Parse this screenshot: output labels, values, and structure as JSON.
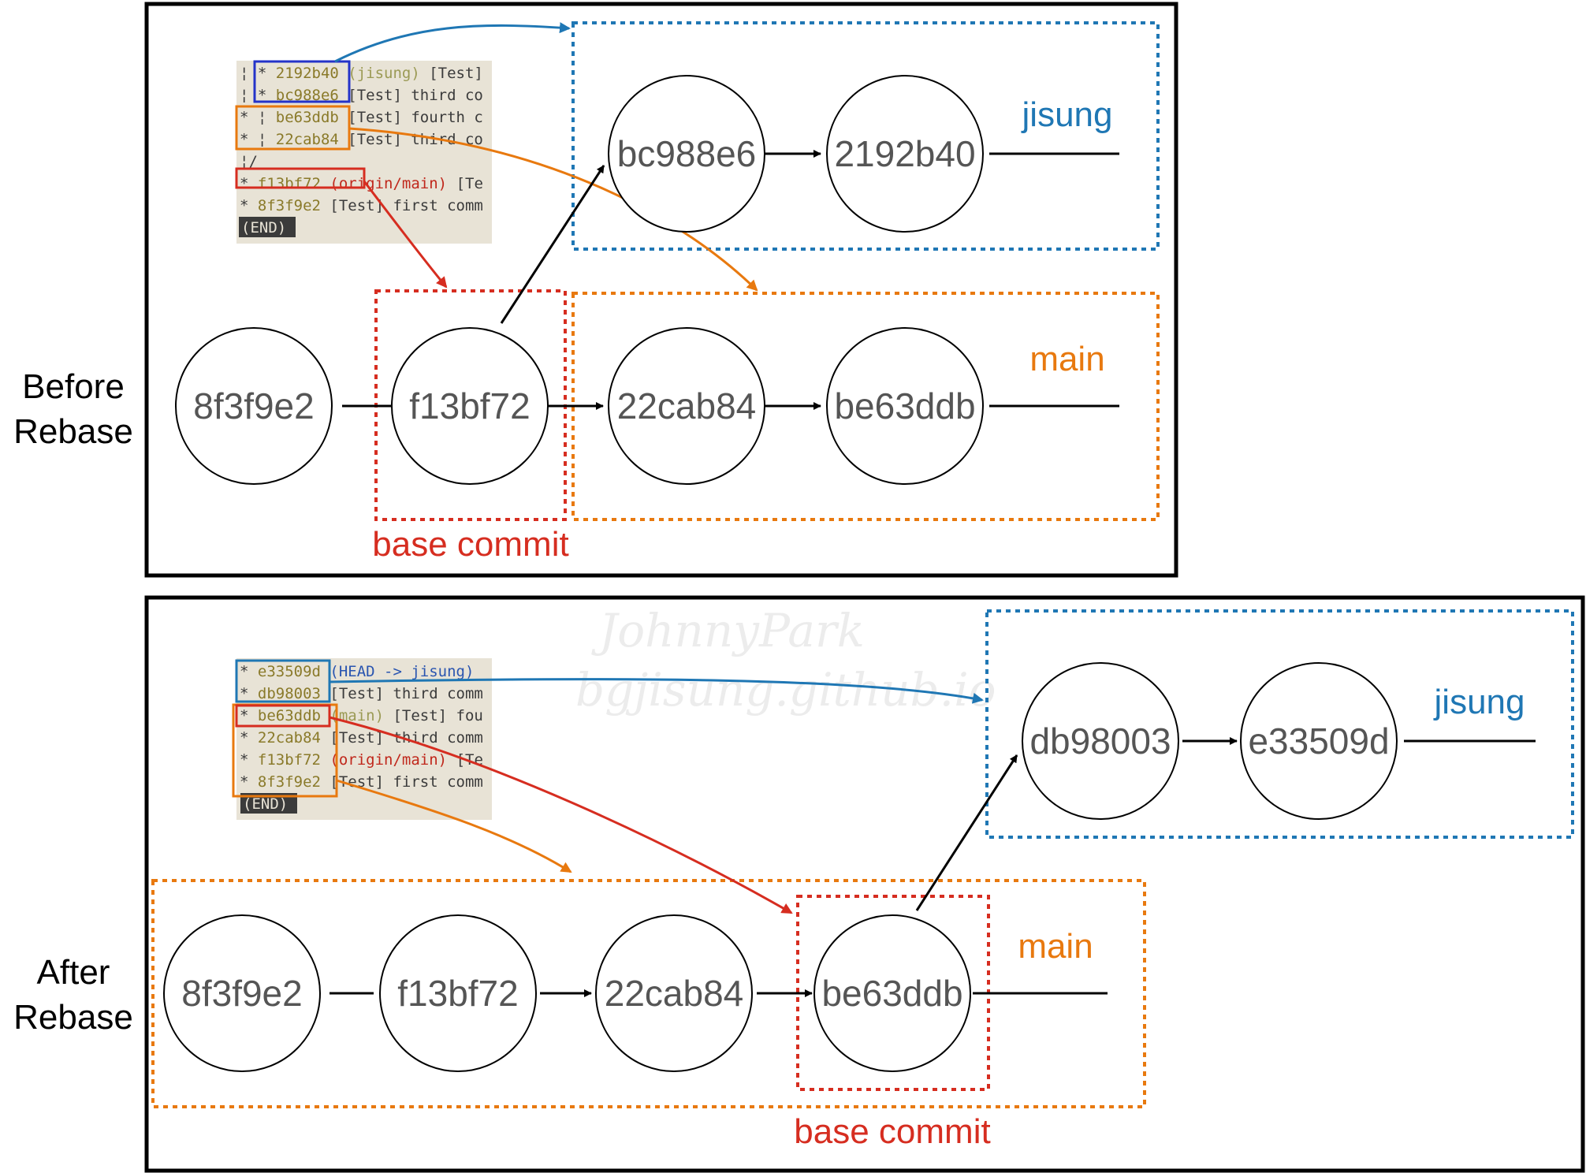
{
  "colors": {
    "jisung": "#1f77b4",
    "main": "#e8790f",
    "base": "#d62d20",
    "node_text": "#555555",
    "terminal_bg": "#e8e3d6",
    "terminal_hash": "#8a7a2a",
    "terminal_text": "#3b3b3b"
  },
  "before": {
    "section_label_line1": "Before",
    "section_label_line2": "Rebase",
    "nodes": [
      "8f3f9e2",
      "f13bf72",
      "22cab84",
      "be63ddb",
      "bc988e6",
      "2192b40"
    ],
    "branch_main": "main",
    "branch_jisung": "jisung",
    "base_commit_label": "base commit",
    "terminal": [
      {
        "graph": "¦ *",
        "hash": "2192b40",
        "ref": "(jisung)",
        "msg": "[Test]"
      },
      {
        "graph": "¦ *",
        "hash": "bc988e6",
        "ref": "",
        "msg": "[Test] third co"
      },
      {
        "graph": "* ¦",
        "hash": "be63ddb",
        "ref": "",
        "msg": "[Test] fourth c"
      },
      {
        "graph": "* ¦",
        "hash": "22cab84",
        "ref": "",
        "msg": "[Test] third co"
      },
      {
        "graph": "¦/",
        "hash": "",
        "ref": "",
        "msg": ""
      },
      {
        "graph": "*",
        "hash": "f13bf72",
        "ref": "(origin/main)",
        "msg": "[Te"
      },
      {
        "graph": "*",
        "hash": "8f3f9e2",
        "ref": "",
        "msg": "[Test] first comm"
      }
    ],
    "terminal_end": "(END)"
  },
  "after": {
    "section_label_line1": "After",
    "section_label_line2": "Rebase",
    "nodes": [
      "8f3f9e2",
      "f13bf72",
      "22cab84",
      "be63ddb",
      "db98003",
      "e33509d"
    ],
    "branch_main": "main",
    "branch_jisung": "jisung",
    "base_commit_label": "base commit",
    "terminal": [
      {
        "graph": "*",
        "hash": "e33509d",
        "ref": "(HEAD -> jisung)",
        "msg": ""
      },
      {
        "graph": "*",
        "hash": "db98003",
        "ref": "",
        "msg": "[Test] third comm"
      },
      {
        "graph": "*",
        "hash": "be63ddb",
        "ref": "(main)",
        "msg": "[Test] fou"
      },
      {
        "graph": "*",
        "hash": "22cab84",
        "ref": "",
        "msg": "[Test] third comm"
      },
      {
        "graph": "*",
        "hash": "f13bf72",
        "ref": "(origin/main)",
        "msg": "[Te"
      },
      {
        "graph": "*",
        "hash": "8f3f9e2",
        "ref": "",
        "msg": "[Test] first comm"
      }
    ],
    "terminal_end": "(END)"
  },
  "watermark": {
    "line1": "JohnnyPark",
    "line2": "bgjisung.github.io"
  }
}
